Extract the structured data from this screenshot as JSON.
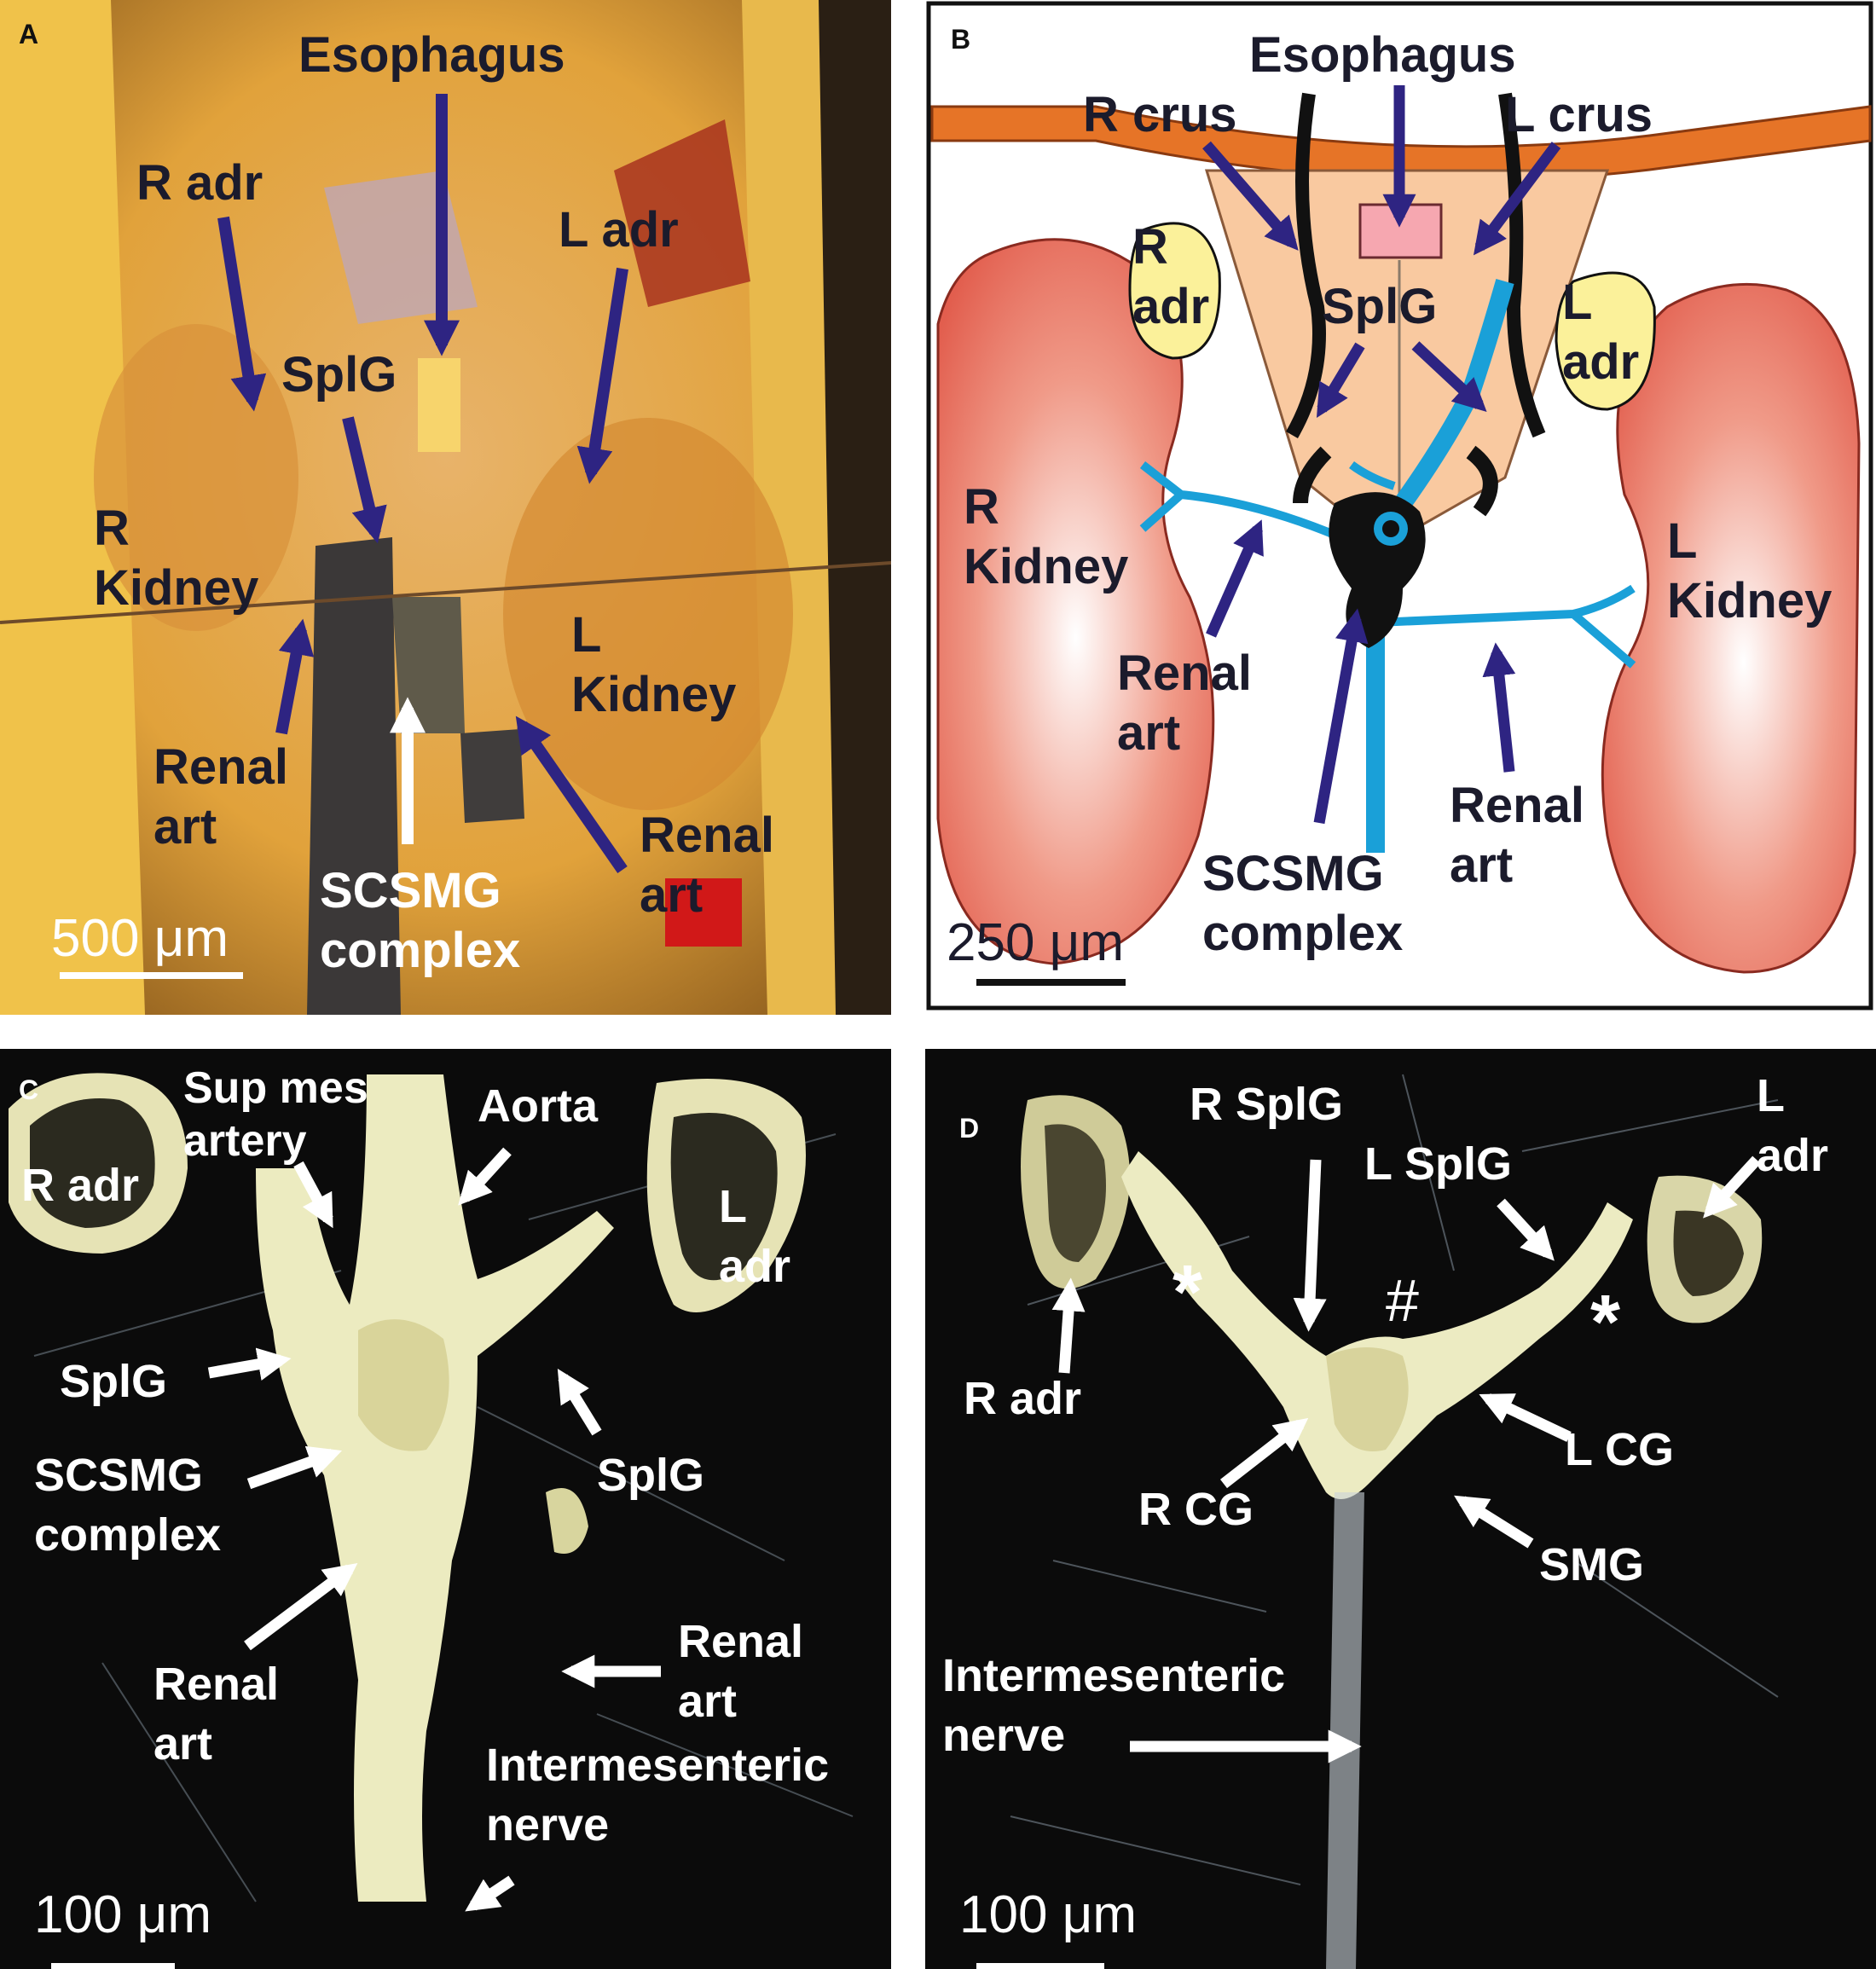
{
  "colors": {
    "arrow_dark": "#2e2482",
    "arrow_light": "#ffffff",
    "kidney": "#e8685a",
    "adrenal": "#fbf19a",
    "crus_band": "#e67427",
    "ganglion_fill": "#f9c9a0",
    "vessel": "#1aa0d8",
    "esophagus_fill": "#f6a7b0",
    "photo_bg_dark": "#0b0b0b"
  },
  "panelA": {
    "letter": "A",
    "labels": {
      "esophagus": "Esophagus",
      "r_adr": "R adr",
      "l_adr": "L adr",
      "splg": "SplG",
      "r_kidney": "R\nKidney",
      "l_kidney": "L\nKidney",
      "renal_art_left": "Renal\nart",
      "renal_art_right": "Renal\nart",
      "scsmg": "SCSMG\ncomplex"
    },
    "scale": "500 μm"
  },
  "panelB": {
    "letter": "B",
    "labels": {
      "esophagus": "Esophagus",
      "r_crus": "R crus",
      "l_crus": "L crus",
      "r_adr": "R\nadr",
      "l_adr": "L\nadr",
      "splg": "SplG",
      "r_kidney": "R\nKidney",
      "l_kidney": "L\nKidney",
      "renal_art_left": "Renal\nart",
      "renal_art_right": "Renal\nart",
      "scsmg": "SCSMG\ncomplex"
    },
    "scale": "250 μm"
  },
  "panelC": {
    "letter": "C",
    "labels": {
      "r_adr": "R adr",
      "sup_mes": "Sup mes\nartery",
      "aorta": "Aorta",
      "l_adr": "L\nadr",
      "splg_left": "SplG",
      "splg_right": "SplG",
      "scsmg": "SCSMG\ncomplex",
      "renal_art_left": "Renal\nart",
      "renal_art_right": "Renal\nart",
      "intermesenteric": "Intermesenteric\nnerve"
    },
    "scale": "100 μm"
  },
  "panelD": {
    "letter": "D",
    "labels": {
      "r_splg": "R SplG",
      "l_splg": "L SplG",
      "l_adr": "L\nadr",
      "r_adr": "R adr",
      "r_cg": "R CG",
      "l_cg": "L CG",
      "smg": "SMG",
      "intermesenteric": "Intermesenteric\nnerve",
      "star_left": "*",
      "star_right": "*",
      "hash": "#"
    },
    "scale": "100 μm"
  }
}
